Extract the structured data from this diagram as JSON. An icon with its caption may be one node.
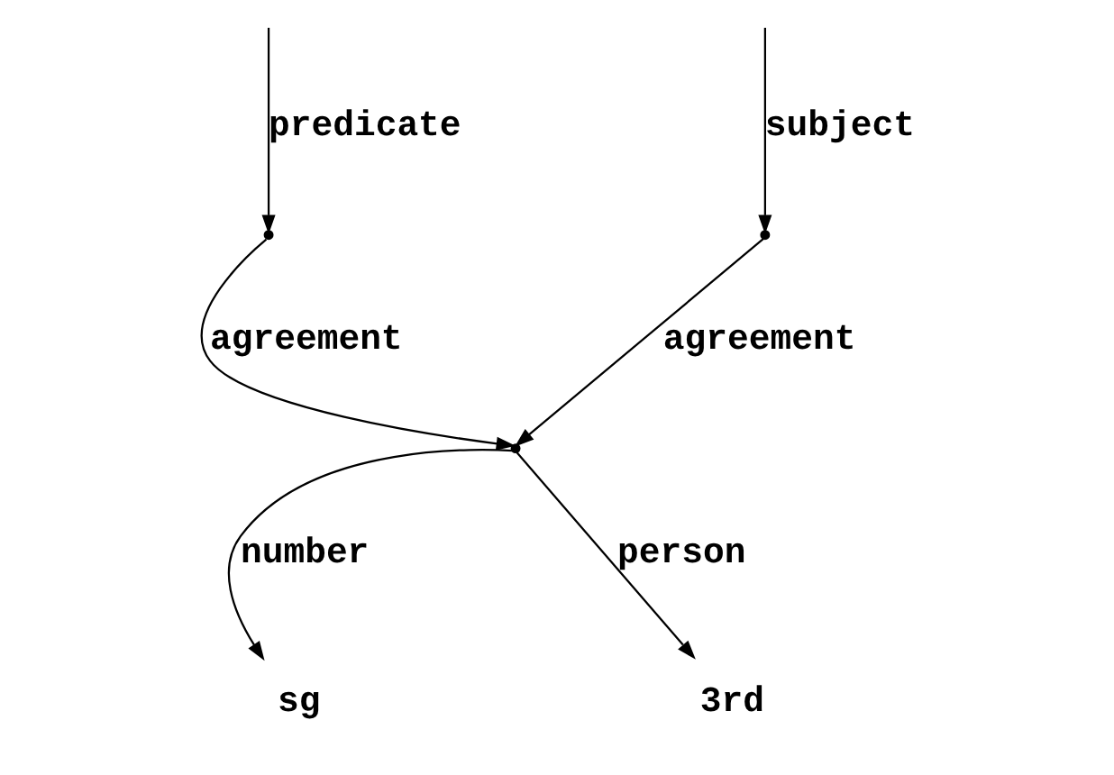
{
  "diagram": {
    "nodes": [
      {
        "text": [],
        "shape": "dot"
      },
      {
        "text": [],
        "shape": "dot"
      },
      {
        "text": [],
        "shape": "dot"
      },
      {
        "text": [
          "sg"
        ]
      },
      {
        "text": [
          "3rd"
        ]
      }
    ],
    "edges": [
      {
        "from": null,
        "to": 0,
        "arrow": "to",
        "label": "subject"
      },
      {
        "from": null,
        "to": 1,
        "arrow": "to",
        "label": "predicate"
      },
      {
        "from": 0,
        "to": 2,
        "arrow": "to",
        "label": "agreement"
      },
      {
        "from": 1,
        "to": 2,
        "arrow": "to",
        "label": "agreement"
      },
      {
        "from": 2,
        "to": 3,
        "arrow": "to",
        "label": "number"
      },
      {
        "from": 2,
        "to": 4,
        "arrow": "to",
        "label": "person"
      }
    ]
  }
}
